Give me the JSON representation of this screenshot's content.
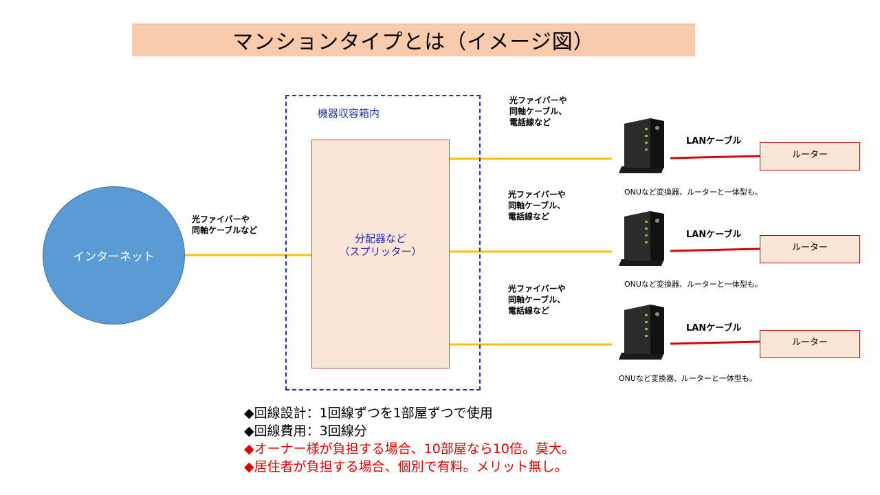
{
  "title": "マンションタイプとは（イメージ図）",
  "internet_label": "インターネット",
  "cabinet_label": "機器収容箱内",
  "splitter_label_line1": "分配器など",
  "splitter_label_line2": "（スプリッター）",
  "cable_to_splitter": "光ファイバーや\n同軸ケーブルなど",
  "branches": [
    {
      "cable_note": "光ファイバーや\n同軸ケーブル、\n電話線など",
      "lan_label": "LANケーブル",
      "router_label": "ルーター",
      "onu_caption": "ONUなど変換器、ルーターと一体型も。"
    },
    {
      "cable_note": "光ファイバーや\n同軸ケーブル、\n電話線など",
      "lan_label": "LANケーブル",
      "router_label": "ルーター",
      "onu_caption": "ONUなど変換器、ルーターと一体型も。"
    },
    {
      "cable_note": "光ファイバーや\n同軸ケーブル、\n電話線など",
      "lan_label": "LANケーブル",
      "router_label": "ルーター",
      "onu_caption": "ONUなど変換器、ルーターと一体型も。"
    }
  ],
  "bullets": [
    {
      "text": "◆回線設計：1回線ずつを1部屋ずつで使用",
      "color": "#000000"
    },
    {
      "text": "◆回線費用：3回線分",
      "color": "#000000"
    },
    {
      "text": "◆オーナー様が負担する場合、10部屋なら10倍。莫大。",
      "color": "#e00000"
    },
    {
      "text": "◆居住者が負担する場合、個別で有料。メリット無し。",
      "color": "#e00000"
    }
  ],
  "colors": {
    "fiber_line": "#ffc000",
    "lan_line": "#e00000",
    "internet": "#5b9bd5",
    "cabinet_border": "#1f2fb0"
  }
}
